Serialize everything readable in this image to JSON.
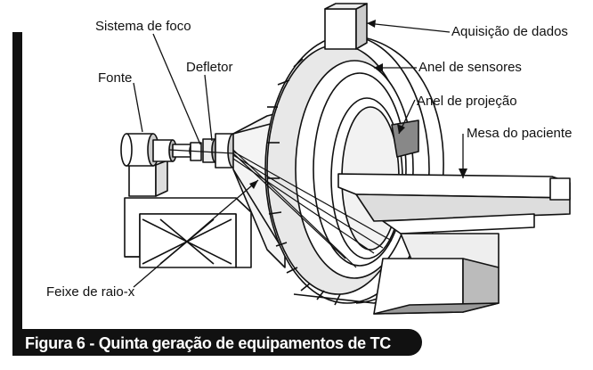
{
  "labels": {
    "sistema_de_foco": "Sistema de foco",
    "defletor": "Defletor",
    "fonte": "Fonte",
    "aquisicao_de_dados": "Aquisição de dados",
    "anel_de_sensores": "Anel de sensores",
    "anel_de_projecao": "Anel de projeção",
    "mesa_do_paciente": "Mesa do paciente",
    "feixe_de_raio_x": "Feixe de raio-x"
  },
  "caption": "Figura 6 - Quinta geração de equipamentos de TC",
  "colors": {
    "ink": "#111111",
    "paper": "#ffffff",
    "shade": "#9a9a9a",
    "dark_shade": "#555555"
  }
}
